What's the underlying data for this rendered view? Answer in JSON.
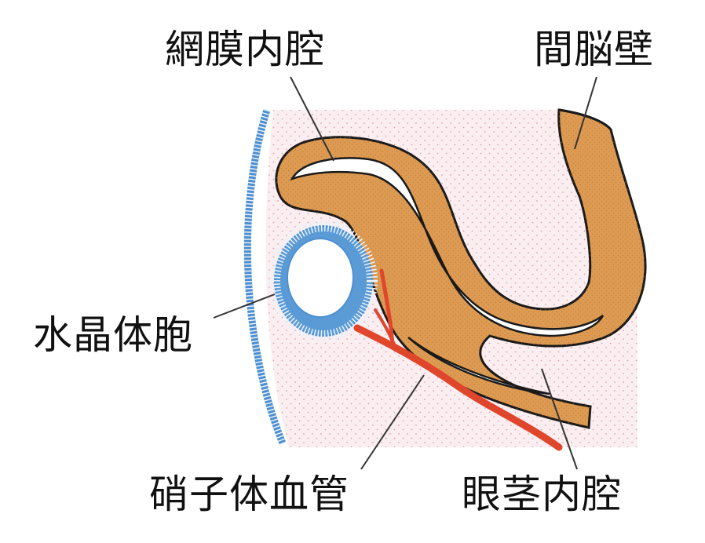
{
  "labels": {
    "retinal_cavity": "網膜内腔",
    "diencephalon_wall": "間脳壁",
    "lens_vesicle": "水晶体胞",
    "hyaloid_vessel": "硝子体血管",
    "optic_stalk_lumen": "眼茎内腔"
  },
  "colors": {
    "mesenchyme": "#fbeef1",
    "mesenchyme_dots": "#d9a3b1",
    "neural_tissue": "#dd9a52",
    "tissue_outline": "#1a1a1a",
    "ectoderm": "#4d8fd1",
    "ectoderm_stripes": "#e8f2fb",
    "lens": "#5b9bd5",
    "vessel": "#e0462c",
    "leader_line": "#333333"
  }
}
